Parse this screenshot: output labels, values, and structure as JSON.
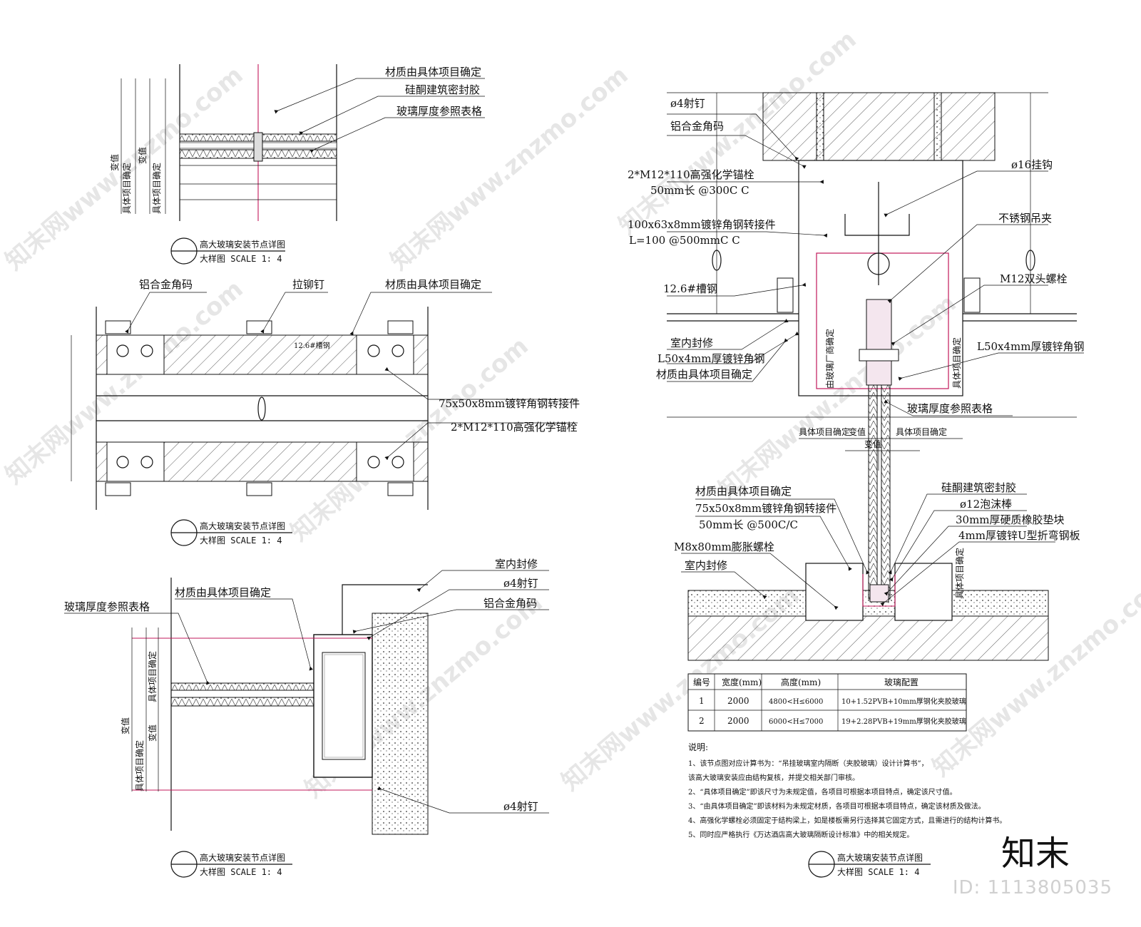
{
  "watermark": {
    "text": "知末网www.znzmo.com"
  },
  "brand": {
    "logo_text": "知末",
    "id_text": "ID: 1113805035"
  },
  "details": [
    {
      "title": "高大玻璃安装节点详图",
      "subtitle": "大样图   SCALE  1: 4",
      "labels": [
        "材质由具体项目确定",
        "硅酮建筑密封胶",
        "玻璃厚度参照表格"
      ],
      "dims": [
        "具体项目确定",
        "变值",
        "具体项目确定",
        "变值"
      ]
    },
    {
      "title": "高大玻璃安装节点详图",
      "subtitle": "大样图   SCALE  1: 4",
      "labels": [
        "铝合金角码",
        "拉铆钉",
        "材质由具体项目确定",
        "12.6#槽钢",
        "75x50x8mm镀锌角钢转接件",
        "2*M12*110高强化学锚栓"
      ]
    },
    {
      "title": "高大玻璃安装节点详图",
      "subtitle": "大样图   SCALE  1: 4",
      "labels": [
        "室内封修",
        "ø4射钉",
        "铝合金角码",
        "玻璃厚度参照表格",
        "材质由具体项目确定",
        "ø4射钉"
      ],
      "dims": [
        "具体项目确定",
        "变值",
        "具体项目确定",
        "变值"
      ]
    },
    {
      "title": "高大玻璃安装节点详图",
      "subtitle": "大样图   SCALE  1: 4",
      "labels_top": [
        "ø4射钉",
        "铝合金角码",
        "2*M12*110高强化学锚栓",
        "50mm长 @300C C",
        "100x63x8mm镀锌角钢转接件",
        "L=100  @500mmC C",
        "12.6#槽钢",
        "室内封修",
        "L50x4mm厚镀锌角钢",
        "材质由具体项目确定",
        "ø16挂钩",
        "不锈钢吊夹",
        "M12双头螺栓",
        "L50x4mm厚镀锌角钢",
        "玻璃厚度参照表格",
        "由玻璃厂商确定",
        "具体项目确定"
      ],
      "dims_mid": [
        "具体项目确定",
        "变值",
        "具体项目确定",
        "变值"
      ],
      "labels_bottom": [
        "材质由具体项目确定",
        "75x50x8mm镀锌角钢转接件",
        "50mm长 @500C/C",
        "M8x80mm膨胀螺栓",
        "室内封修",
        "硅酮建筑密封胶",
        "ø12泡沫棒",
        "30mm厚硬质橡胶垫块",
        "4mm厚镀锌U型折弯钢板",
        "具体项目确定"
      ],
      "table": {
        "headers": [
          "编号",
          "宽度(mm)",
          "高度(mm)",
          "玻璃配置"
        ],
        "rows": [
          [
            "1",
            "2000",
            "4800<H≤6000",
            "10+1.52PVB+10mm厚钢化夹胶玻璃"
          ],
          [
            "2",
            "2000",
            "6000<H≤7000",
            "19+2.28PVB+19mm厚钢化夹胶玻璃"
          ]
        ]
      },
      "notes": {
        "heading": "说明:",
        "lines": [
          "1、该节点图对应计算书为：“吊挂玻璃室内隔断（夹胶玻璃）设计计算书”，",
          "该高大玻璃安装应由结构复核，并提交相关部门审核。",
          "2、“具体项目确定”即该尺寸为未规定值，各项目可根据本项目特点，确定该尺寸值。",
          "3、“由具体项目确定”即该材料为未规定材质，各项目可根据本项目特点，确定该材质及做法。",
          "4、高强化学螺栓必须固定于结构梁上，如是楼板需另行选择其它固定方式，且需进行的结构计算书。",
          "5、同时应严格执行《万达酒店高大玻璃隔断设计标准》中的相关规定。"
        ]
      }
    }
  ]
}
